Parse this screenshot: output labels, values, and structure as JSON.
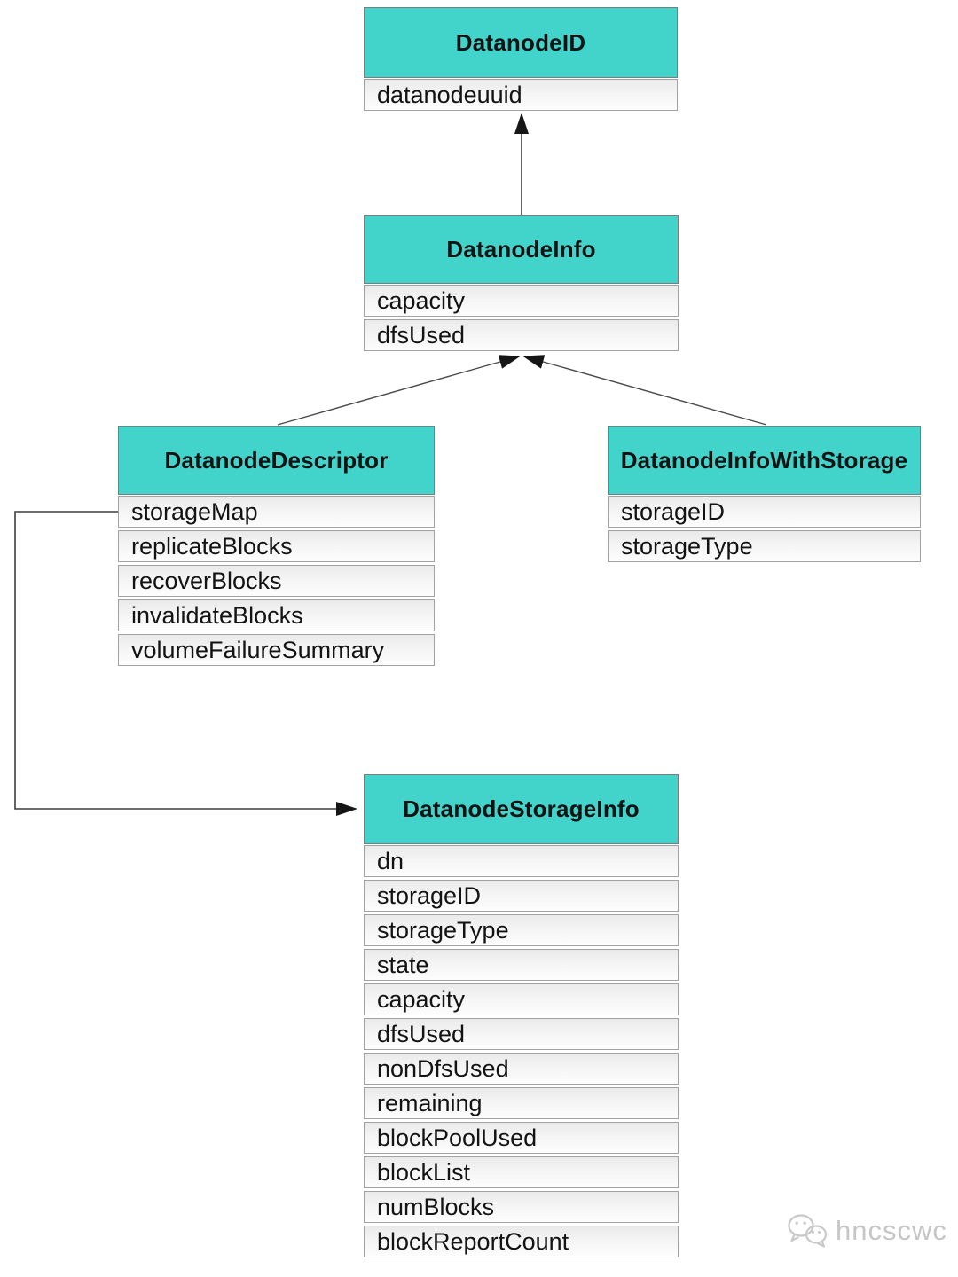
{
  "diagram": {
    "classes": [
      {
        "title": "DatanodeID",
        "fields": [
          "datanodeuuid"
        ]
      },
      {
        "title": "DatanodeInfo",
        "fields": [
          "capacity",
          "dfsUsed"
        ]
      },
      {
        "title": "DatanodeDescriptor",
        "fields": [
          "storageMap",
          "replicateBlocks",
          "recoverBlocks",
          "invalidateBlocks",
          "volumeFailureSummary"
        ]
      },
      {
        "title": "DatanodeInfoWithStorage",
        "fields": [
          "storageID",
          "storageType"
        ]
      },
      {
        "title": "DatanodeStorageInfo",
        "fields": [
          "dn",
          "storageID",
          "storageType",
          "state",
          "capacity",
          "dfsUsed",
          "nonDfsUsed",
          "remaining",
          "blockPoolUsed",
          "blockList",
          "numBlocks",
          "blockReportCount"
        ]
      }
    ],
    "relations": [
      {
        "from": "DatanodeInfo",
        "to": "DatanodeID",
        "type": "arrow-up"
      },
      {
        "from": "DatanodeDescriptor",
        "to": "DatanodeInfo",
        "type": "arrow-up"
      },
      {
        "from": "DatanodeInfoWithStorage",
        "to": "DatanodeInfo",
        "type": "arrow-up"
      },
      {
        "from": "DatanodeDescriptor.storageMap",
        "to": "DatanodeStorageInfo",
        "type": "elbow-arrow"
      }
    ],
    "colors": {
      "header_fill": "#42d3ca",
      "row_border": "#a2a2a2",
      "line": "#4a4a4a",
      "arrowhead": "#161616",
      "watermark": "#c6c6c6"
    }
  },
  "watermark": {
    "text": "hncscwc",
    "icon": "wechat-icon"
  }
}
